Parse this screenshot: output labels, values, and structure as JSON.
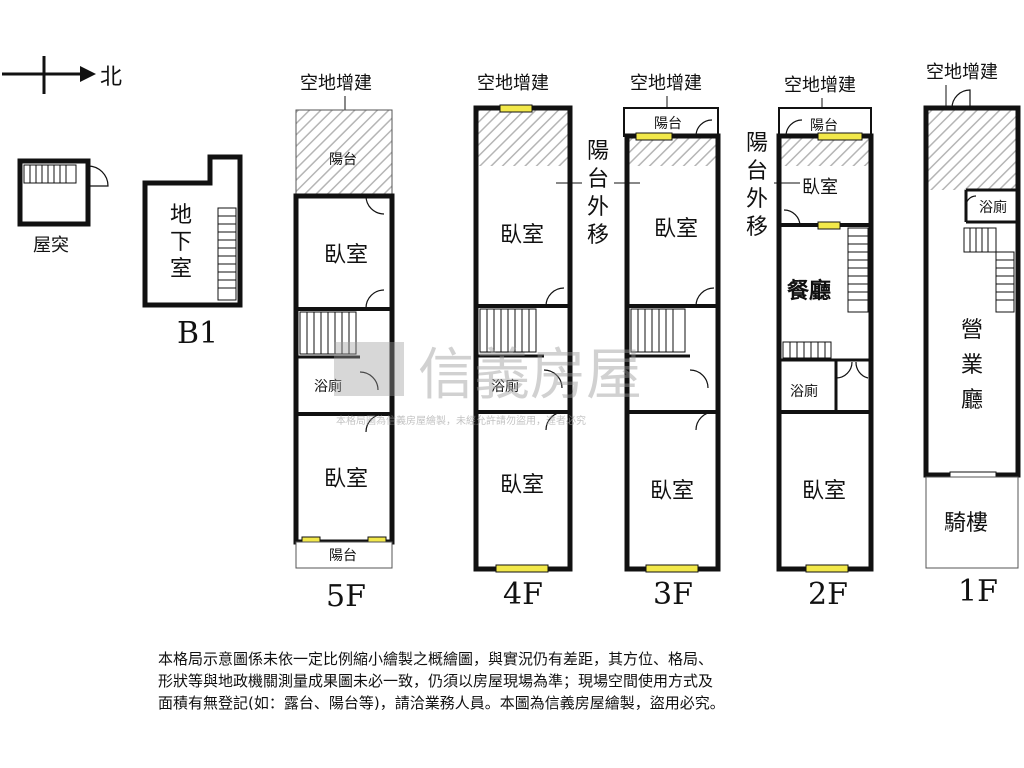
{
  "compass": {
    "north_label": "北"
  },
  "roof_annex": {
    "label": "屋突"
  },
  "basement": {
    "label_lines": [
      "地",
      "下",
      "室"
    ],
    "floor": "B1"
  },
  "floors": {
    "f5": {
      "floor": "5F",
      "top_note": "空地增建",
      "rooms": {
        "balcony_top": "陽台",
        "bedroom_front": "臥室",
        "bath": "浴廁",
        "bedroom_back": "臥室",
        "balcony_bottom": "陽台"
      }
    },
    "f4": {
      "floor": "4F",
      "top_note": "空地增建",
      "rooms": {
        "bedroom_front": "臥室",
        "bath": "浴廁",
        "bedroom_back": "臥室"
      }
    },
    "f3": {
      "floor": "3F",
      "top_note": "空地增建",
      "rooms": {
        "balcony_top": "陽台",
        "bedroom_front": "臥室",
        "bedroom_back": "臥室"
      }
    },
    "f2": {
      "floor": "2F",
      "top_note": "空地增建",
      "rooms": {
        "balcony_top": "陽台",
        "bedroom_front": "臥室",
        "dining": "餐廳",
        "bath": "浴廁",
        "bedroom_back": "臥室"
      }
    },
    "f1": {
      "floor": "1F",
      "top_note": "空地增建",
      "rooms": {
        "bath": "浴廁",
        "business_hall_lines": [
          "營",
          "業",
          "廳"
        ],
        "arcade": "騎樓"
      }
    }
  },
  "balcony_moved_note": [
    "陽",
    "台",
    "外",
    "移"
  ],
  "watermark": {
    "brand": "信義房屋",
    "subtext": "本格局圖為信義房屋繪製，未經允許請勿盜用，違者必究"
  },
  "disclaimer_lines": [
    "本格局示意圖係未依一定比例縮小繪製之概繪圖，與實況仍有差距，其方位、格局、",
    "形狀等與地政機關測量成果圖未必一致，仍須以房屋現場為準；現場空間使用方式及",
    "面積有無登記(如：露台、陽台等)，請洽業務人員。本圖為信義房屋繪製，盜用必究。"
  ]
}
